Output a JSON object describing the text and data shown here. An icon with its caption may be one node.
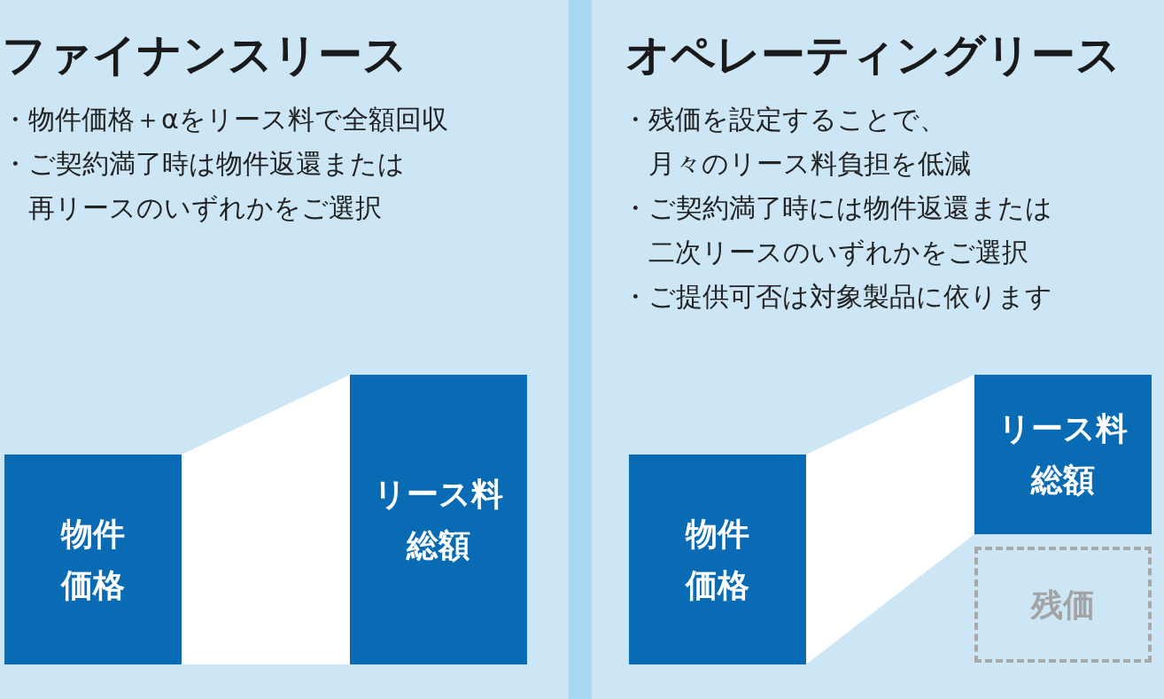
{
  "diagram": {
    "nodes": [
      {
        "text": [
          "ファイナンスリース",
          "・物件価格＋αをリース料で全額回収",
          "・ご契約満了時は物件返還または再リースのいずれかをご選択"
        ]
      },
      {
        "text": [
          "物件価格"
        ],
        "in": 0
      },
      {
        "text": [
          "リース料総額"
        ],
        "in": 0
      },
      {
        "text": [
          "オペレーティングリース",
          "・残価を設定することで、月々のリース料負担を低減",
          "・ご契約満了時には物件返還または二次リースのいずれかをご選択",
          "・ご提供可否は対象製品に依ります"
        ]
      },
      {
        "text": [
          "物件価格"
        ],
        "in": 3
      },
      {
        "text": [
          "リース料総額"
        ],
        "in": 3
      },
      {
        "text": [
          "残価"
        ],
        "in": 3
      }
    ],
    "edges": [
      {
        "from": 1,
        "to": 2,
        "arrow": "none"
      },
      {
        "from": 4,
        "to": 5,
        "arrow": "none"
      }
    ]
  }
}
